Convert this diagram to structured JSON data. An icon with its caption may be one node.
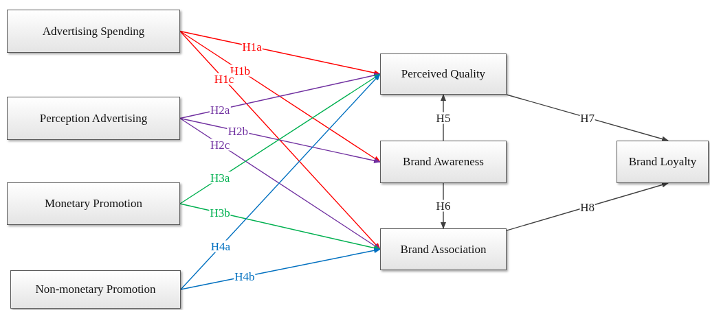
{
  "diagram": {
    "nodes": [
      {
        "text": [
          "Advertising Spending"
        ]
      },
      {
        "text": [
          "Perception Advertising"
        ]
      },
      {
        "text": [
          "Monetary Promotion"
        ]
      },
      {
        "text": [
          "Non-monetary Promotion"
        ]
      },
      {
        "text": [
          "Perceived Quality"
        ]
      },
      {
        "text": [
          "Brand Awareness"
        ]
      },
      {
        "text": [
          "Brand Association"
        ]
      },
      {
        "text": [
          "Brand Loyalty"
        ]
      }
    ],
    "edges": [
      {
        "from": 0,
        "to": 4,
        "arrow": "to",
        "label": "H1a",
        "color": "#ff0000"
      },
      {
        "from": 0,
        "to": 5,
        "arrow": "to",
        "label": "H1b",
        "color": "#ff0000"
      },
      {
        "from": 0,
        "to": 6,
        "arrow": "to",
        "label": "H1c",
        "color": "#ff0000"
      },
      {
        "from": 1,
        "to": 4,
        "arrow": "to",
        "label": "H2a",
        "color": "#7030a0"
      },
      {
        "from": 1,
        "to": 5,
        "arrow": "to",
        "label": "H2b",
        "color": "#7030a0"
      },
      {
        "from": 1,
        "to": 6,
        "arrow": "to",
        "label": "H2c",
        "color": "#7030a0"
      },
      {
        "from": 2,
        "to": 4,
        "arrow": "to",
        "label": "H3a",
        "color": "#00b050"
      },
      {
        "from": 2,
        "to": 6,
        "arrow": "to",
        "label": "H3b",
        "color": "#00b050"
      },
      {
        "from": 3,
        "to": 4,
        "arrow": "to",
        "label": "H4a",
        "color": "#0070c0"
      },
      {
        "from": 3,
        "to": 6,
        "arrow": "to",
        "label": "H4b",
        "color": "#0070c0"
      },
      {
        "from": 5,
        "to": 4,
        "arrow": "to",
        "label": "H5"
      },
      {
        "from": 5,
        "to": 6,
        "arrow": "to",
        "label": "H6"
      },
      {
        "from": 4,
        "to": 7,
        "arrow": "to",
        "label": "H7"
      },
      {
        "from": 6,
        "to": 7,
        "arrow": "to",
        "label": "H8"
      }
    ]
  }
}
